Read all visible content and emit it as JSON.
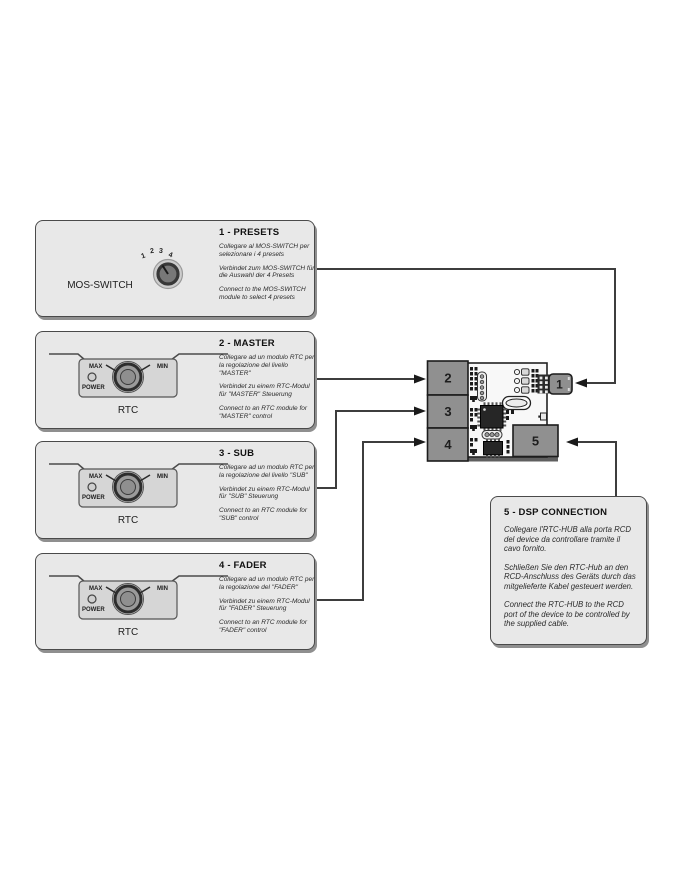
{
  "colors": {
    "box_fill": "#e8e8e8",
    "box_border": "#4a4a4a",
    "wire": "#3d3d3d",
    "block_fill": "#909090",
    "pcb_fill": "#f8f8f8",
    "chip_fill": "#262626"
  },
  "boxes": [
    {
      "title": "1 - PRESETS",
      "it": "Collegare al MOS-SWITCH per selezionare i 4 presets",
      "de": "Verbindet zum MOS-SWITCH für die Auswahl der 4 Presets",
      "en": "Connect to the MOS-SWITCH module to select 4 presets",
      "module": "MOS-SWITCH"
    },
    {
      "title": "2 - MASTER",
      "it": "Collegare ad un modulo RTC per la regolazione del livello \"MASTER\"",
      "de": "Verbindet zu einem RTC-Modul für \"MASTER\" Steuerung",
      "en": "Connect to an RTC module for \"MASTER\" control"
    },
    {
      "title": "3 - SUB",
      "it": "Collegare ad un modulo RTC per la regolazione del livello \"SUB\"",
      "de": "Verbindet zu einem RTC-Modul für \"SUB\" Steuerung",
      "en": "Connect to an RTC module for \"SUB\" control"
    },
    {
      "title": "4 - FADER",
      "it": "Collegare ad un modulo RTC per la regolazione del \"FADER\"",
      "de": "Verbindet zu einem RTC-Modul für \"FADER\" Steuerung",
      "en": "Connect to an RTC module for \"FADER\" control"
    },
    {
      "title": "5 - DSP CONNECTION",
      "it": "Collegare l'RTC-HUB alla porta RCD del device da controllare tramite il cavo fornito.",
      "de": "Schließen Sie den RTC-Hub an den RCD-Anschluss des Geräts durch das mitgelieferte Kabel gesteuert werden.",
      "en": "Connect the RTC-HUB to the RCD port of the device to be controlled by the supplied cable."
    }
  ],
  "rtc_module": {
    "max": "MAX",
    "min": "MIN",
    "power": "POWER",
    "name": "RTC"
  },
  "presets_knob": {
    "n1": "1",
    "n2": "2",
    "n3": "3",
    "n4": "4"
  },
  "board": {
    "p1": "1",
    "p2": "2",
    "p3": "3",
    "p4": "4",
    "p5": "5"
  }
}
